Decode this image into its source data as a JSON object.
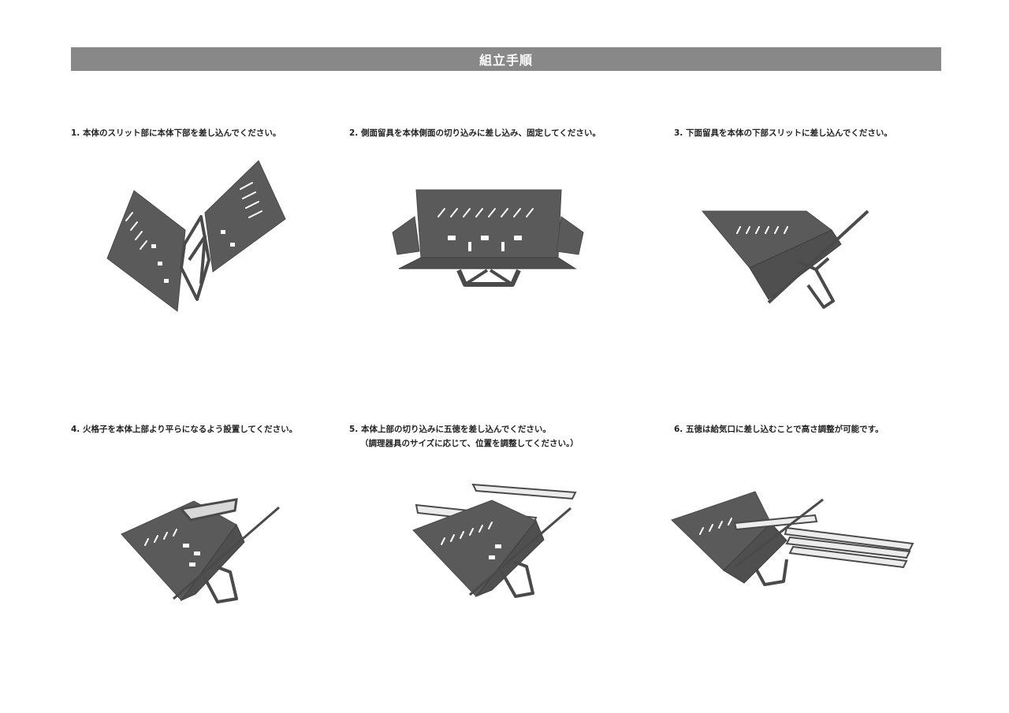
{
  "header": {
    "title": "組立手順"
  },
  "steps": [
    {
      "caption": "1. 本体のスリット部に本体下部を差し込んでください。"
    },
    {
      "caption": "2. 側面留具を本体側面の切り込みに差し込み、固定してください。"
    },
    {
      "caption": "3. 下面留具を本体の下部スリットに差し込んでください。"
    },
    {
      "caption": "4. 火格子を本体上部より平らになるよう設置してください。"
    },
    {
      "caption": "5. 本体上部の切り込みに五徳を差し込んでください。",
      "note": "（調理器具のサイズに応じて、位置を調整してください。）"
    },
    {
      "caption": "6. 五徳は給気口に差し込むことで高さ調整が可能です。"
    }
  ],
  "colors": {
    "title_bar": "#888888",
    "metal": "#5a5a5a"
  }
}
